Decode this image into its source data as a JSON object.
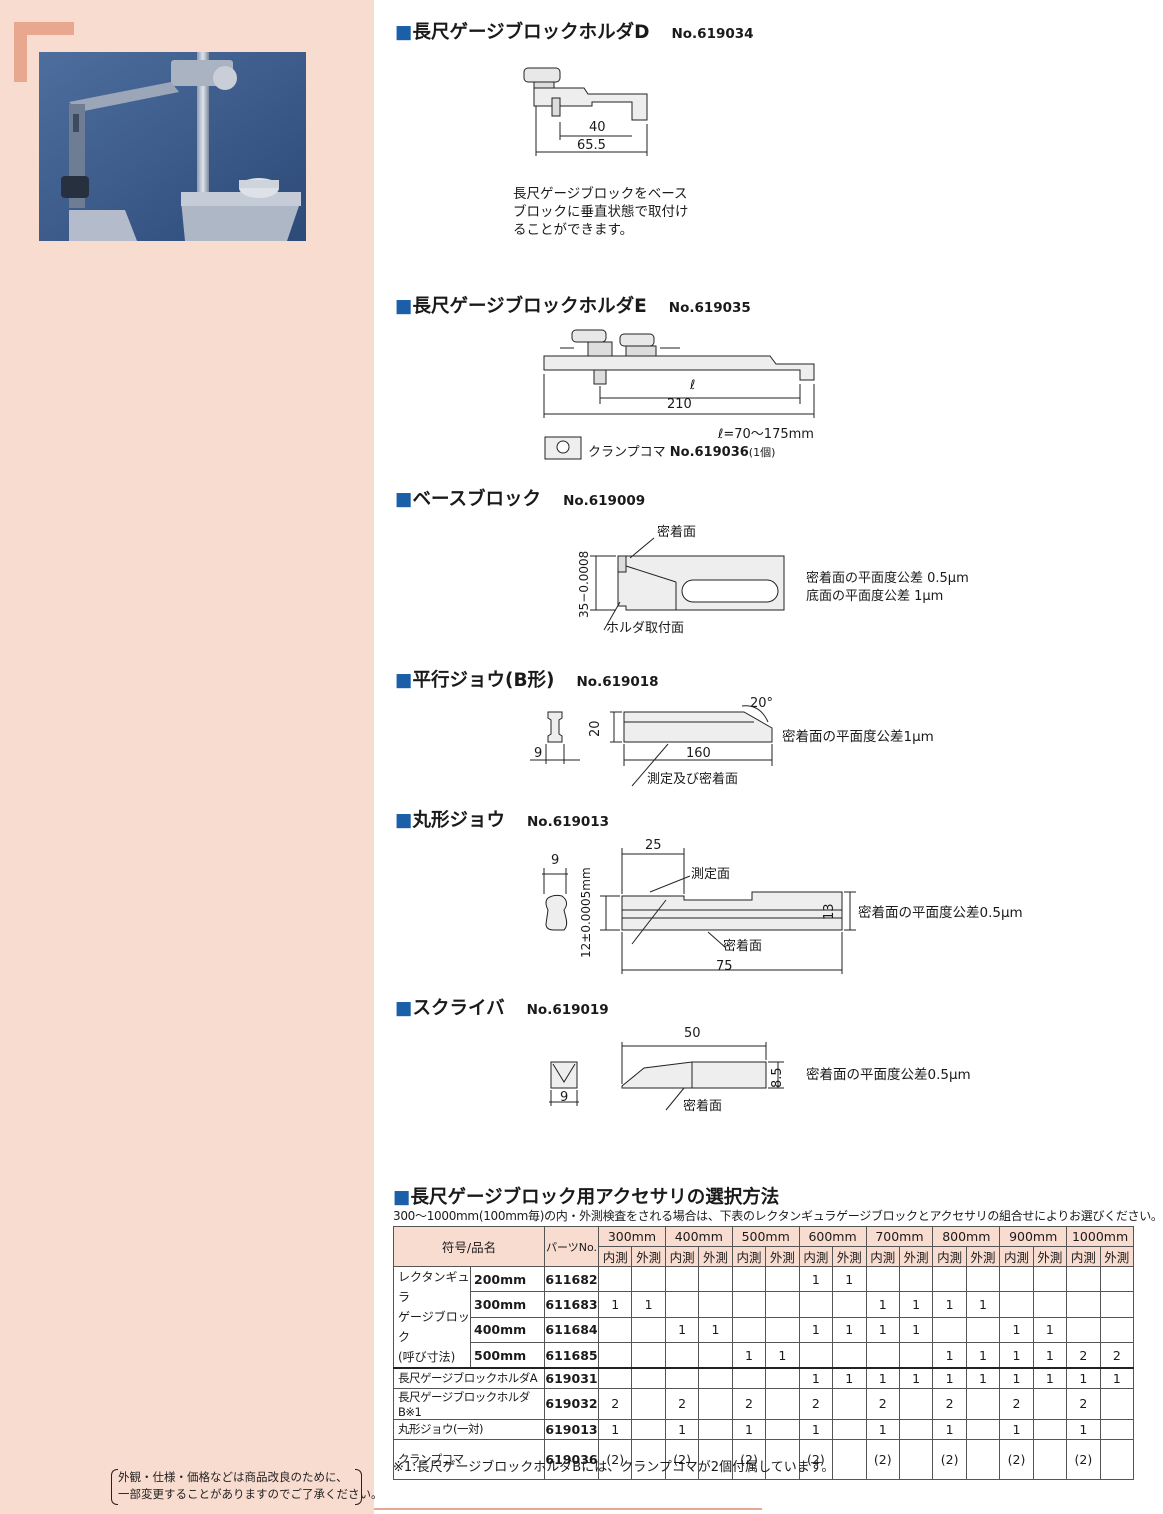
{
  "footnote": {
    "line1": "外観・仕様・価格などは商品改良のために、",
    "line2": "一部変更することがありますのでご了承ください。"
  },
  "sections": {
    "holder_d": {
      "title": "長尺ゲージブロックホルダD",
      "no": "No.619034",
      "dim1": "40",
      "dim2": "65.5",
      "note1": "長尺ゲージブロックをベース",
      "note2": "ブロックに垂直状態で取付け",
      "note3": "ることができます。"
    },
    "holder_e": {
      "title": "長尺ゲージブロックホルダE",
      "no": "No.619035",
      "dim_l": "ℓ",
      "dim_210": "210",
      "range": "ℓ=70〜175mm",
      "clamp_label": "クランプコマ",
      "clamp_no": "No.619036",
      "clamp_qty": "(1個)"
    },
    "base_block": {
      "title": "ベースブロック",
      "no": "No.619009",
      "label_top": "密着面",
      "label_bottom": "ホルダ取付面",
      "dim_v": "35−0.0008",
      "spec1": "密着面の平面度公差 0.5μm",
      "spec2": "底面の平面度公差 1μm"
    },
    "parallel_jaw": {
      "title": "平行ジョウ(B形)",
      "no": "No.619018",
      "angle": "20°",
      "dim_20": "20",
      "dim_9": "9",
      "dim_160": "160",
      "label": "測定及び密着面",
      "spec": "密着面の平面度公差1μm"
    },
    "round_jaw": {
      "title": "丸形ジョウ",
      "no": "No.619013",
      "dim_9": "9",
      "dim_25": "25",
      "dim_12": "12±0.0005mm",
      "dim_13": "13",
      "dim_75": "75",
      "label_top": "測定面",
      "label_bottom": "密着面",
      "spec": "密着面の平面度公差0.5μm"
    },
    "scriber": {
      "title": "スクライバ",
      "no": "No.619019",
      "dim_50": "50",
      "dim_85": "8.5",
      "dim_9": "9",
      "label": "密着面",
      "spec": "密着面の平面度公差0.5μm"
    }
  },
  "table": {
    "title": "長尺ゲージブロック用アクセサリの選択方法",
    "intro": "300〜1000mm(100mm毎)の内・外測検査をされる場合は、下表のレクタンギュラゲージブロックとアクセサリの組合せによりお選びください。",
    "head_name": "符号/品名",
    "head_part": "パーツNo.",
    "sizes": [
      "300mm",
      "400mm",
      "500mm",
      "600mm",
      "700mm",
      "800mm",
      "900mm",
      "1000mm"
    ],
    "inner": "内測",
    "outer": "外測",
    "group_label": [
      "レクタンギュラ",
      "ゲージブロック",
      "(呼び寸法)"
    ],
    "rows": [
      {
        "size": "200mm",
        "part": "611682",
        "vals": [
          "",
          "",
          "",
          "",
          "",
          "",
          "1",
          "1",
          "",
          "",
          "",
          "",
          "",
          "",
          "",
          ""
        ]
      },
      {
        "size": "300mm",
        "part": "611683",
        "vals": [
          "1",
          "1",
          "",
          "",
          "",
          "",
          "",
          "",
          "1",
          "1",
          "1",
          "1",
          "",
          "",
          "",
          ""
        ]
      },
      {
        "size": "400mm",
        "part": "611684",
        "vals": [
          "",
          "",
          "1",
          "1",
          "",
          "",
          "1",
          "1",
          "1",
          "1",
          "",
          "",
          "1",
          "1",
          "",
          ""
        ]
      },
      {
        "size": "500mm",
        "part": "611685",
        "vals": [
          "",
          "",
          "",
          "",
          "1",
          "1",
          "",
          "",
          "",
          "",
          "1",
          "1",
          "1",
          "1",
          "2",
          "2"
        ]
      }
    ],
    "rows2": [
      {
        "name": "長尺ゲージブロックホルダA",
        "part": "619031",
        "vals": [
          "",
          "",
          "",
          "",
          "",
          "",
          "1",
          "1",
          "1",
          "1",
          "1",
          "1",
          "1",
          "1",
          "1",
          "1"
        ]
      },
      {
        "name": "長尺ゲージブロックホルダB※1",
        "part": "619032",
        "vals": [
          "2",
          "",
          "2",
          "",
          "2",
          "",
          "2",
          "",
          "2",
          "",
          "2",
          "",
          "2",
          "",
          "2",
          ""
        ]
      },
      {
        "name": "丸形ジョウ(一対)",
        "part": "619013",
        "vals": [
          "1",
          "",
          "1",
          "",
          "1",
          "",
          "1",
          "",
          "1",
          "",
          "1",
          "",
          "1",
          "",
          "1",
          ""
        ]
      },
      {
        "name": "クランプコマ",
        "part": "619036",
        "vals": [
          "(2)",
          "",
          "(2)",
          "",
          "(2)",
          "",
          "(2)",
          "",
          "(2)",
          "",
          "(2)",
          "",
          "(2)",
          "",
          "(2)",
          ""
        ]
      }
    ],
    "footnote": "※1:長尺ゲージブロックホルダBには、クランプコマが2個付属しています。"
  }
}
